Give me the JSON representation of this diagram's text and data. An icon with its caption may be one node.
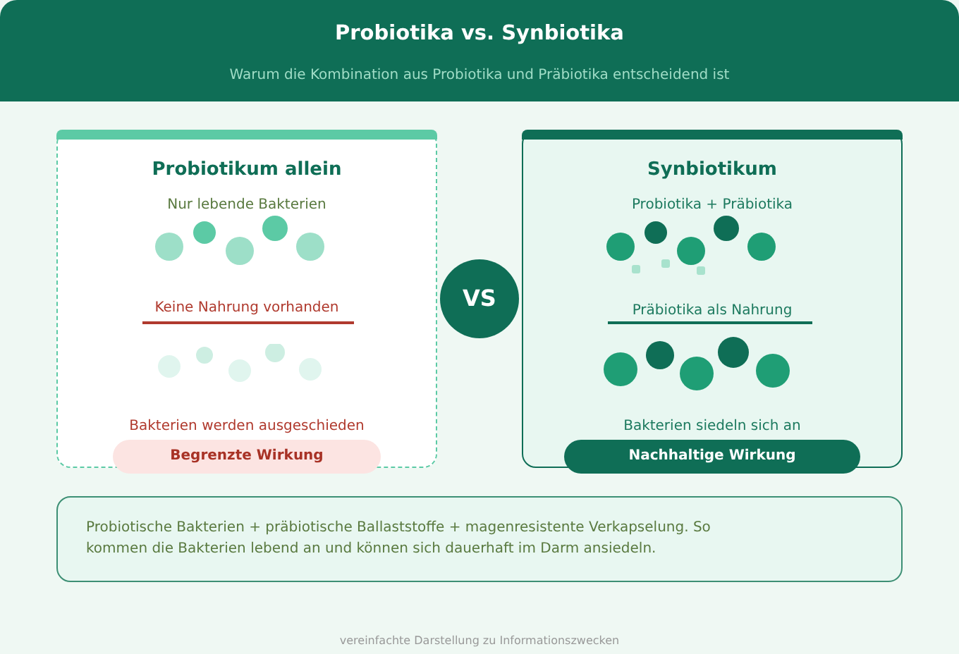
{
  "diagram": {
    "title": "Probiotika vs. Synbiotika",
    "nodes": [
      {
        "text": [
          "Probiotikum allein",
          "Nur lebende Bakterien",
          "Keine Nahrung vorhanden",
          "Bakterien werden ausgeschieden"
        ]
      },
      {
        "text": [
          "Begrenzte Wirkung"
        ]
      },
      {
        "text": [
          "VS"
        ]
      },
      {
        "text": [
          "Synbiotikum",
          "Probiotika + Präbiotika",
          "Präbiotika als Nahrung",
          "Bakterien siedeln sich an"
        ]
      },
      {
        "text": [
          "Nachhaltige Wirkung"
        ]
      },
      {
        "text": [
          "Probiotische Bakterien + präbiotische Ballaststoffe + magenresistente Verkapselung. So kommen die Bakterien lebend an und können sich dauerhaft im Darm ansiedeln."
        ]
      }
    ],
    "edges": [],
    "labels": [
      "Warum die Kombination aus Probiotika und Präbiotika entscheidend ist"
    ],
    "caption": "vereinfachte Darstellung zu Informationszwecken"
  }
}
